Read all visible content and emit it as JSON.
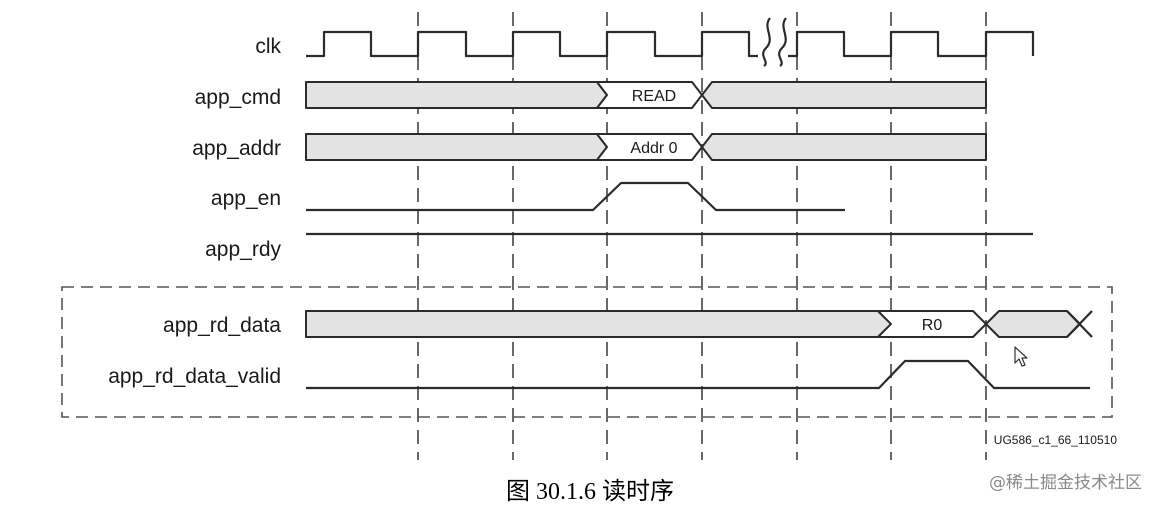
{
  "signals": {
    "clk": "clk",
    "app_cmd": "app_cmd",
    "app_addr": "app_addr",
    "app_en": "app_en",
    "app_rdy": "app_rdy",
    "app_rd_data": "app_rd_data",
    "app_rd_data_valid": "app_rd_data_valid"
  },
  "bus_values": {
    "cmd": "READ",
    "addr": "Addr 0",
    "rd_data": "R0"
  },
  "figure_id": "UG586_c1_66_110510",
  "caption": "图  30.1.6  读时序",
  "watermark": "@稀土掘金技术社区",
  "colors": {
    "bus_fill": "#e3e3e3",
    "line": "#2b2b2b"
  }
}
